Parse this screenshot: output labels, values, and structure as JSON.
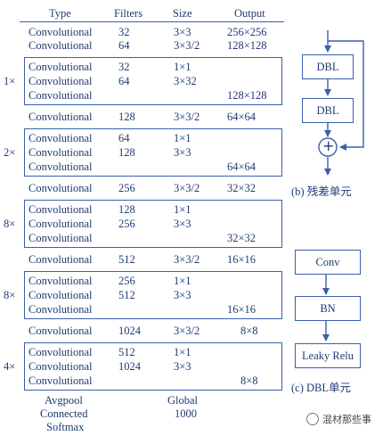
{
  "table": {
    "headers": {
      "type": "Type",
      "filters": "Filters",
      "size": "Size",
      "output": "Output"
    },
    "top_rows": [
      {
        "type": "Convolutional",
        "filters": "32",
        "size": "3×3",
        "output": "256×256"
      },
      {
        "type": "Convolutional",
        "filters": "64",
        "size": "3×3/2",
        "output": "128×128"
      }
    ],
    "groups": [
      {
        "multiplier": "1×",
        "rows": [
          {
            "type": "Convolutional",
            "filters": "32",
            "size": "1×1",
            "output": ""
          },
          {
            "type": "Convolutional",
            "filters": "64",
            "size": "3×32",
            "output": ""
          },
          {
            "type": "Convolutional",
            "filters": "",
            "size": "",
            "output": "128×128"
          }
        ],
        "after": {
          "type": "Convolutional",
          "filters": "128",
          "size": "3×3/2",
          "output": "64×64"
        }
      },
      {
        "multiplier": "2×",
        "rows": [
          {
            "type": "Convolutional",
            "filters": "64",
            "size": "1×1",
            "output": ""
          },
          {
            "type": "Convolutional",
            "filters": "128",
            "size": "3×3",
            "output": ""
          },
          {
            "type": "Convolutional",
            "filters": "",
            "size": "",
            "output": "64×64"
          }
        ],
        "after": {
          "type": "Convolutional",
          "filters": "256",
          "size": "3×3/2",
          "output": "32×32"
        }
      },
      {
        "multiplier": "8×",
        "rows": [
          {
            "type": "Convolutional",
            "filters": "128",
            "size": "1×1",
            "output": ""
          },
          {
            "type": "Convolutional",
            "filters": "256",
            "size": "3×3",
            "output": ""
          },
          {
            "type": "Convolutional",
            "filters": "",
            "size": "",
            "output": "32×32"
          }
        ],
        "after": {
          "type": "Convolutional",
          "filters": "512",
          "size": "3×3/2",
          "output": "16×16"
        }
      },
      {
        "multiplier": "8×",
        "rows": [
          {
            "type": "Convolutional",
            "filters": "256",
            "size": "1×1",
            "output": ""
          },
          {
            "type": "Convolutional",
            "filters": "512",
            "size": "3×3",
            "output": ""
          },
          {
            "type": "Convolutional",
            "filters": "",
            "size": "",
            "output": "16×16"
          }
        ],
        "after": {
          "type": "Convolutional",
          "filters": "1024",
          "size": "3×3/2",
          "output": "8×8"
        }
      },
      {
        "multiplier": "4×",
        "rows": [
          {
            "type": "Convolutional",
            "filters": "512",
            "size": "1×1",
            "output": ""
          },
          {
            "type": "Convolutional",
            "filters": "1024",
            "size": "3×3",
            "output": ""
          },
          {
            "type": "Convolutional",
            "filters": "",
            "size": "",
            "output": "8×8"
          }
        ]
      }
    ],
    "bottom": {
      "avgpool": "Avgpool",
      "connected": "Connected",
      "softmax": "Softmax",
      "global": "Global",
      "connected_size": "1000"
    }
  },
  "residual": {
    "dbl1": "DBL",
    "dbl2": "DBL",
    "plus": "+",
    "caption": "(b) 残差单元"
  },
  "dbl_unit": {
    "conv": "Conv",
    "bn": "BN",
    "relu": "Leaky Relu",
    "caption": "(c) DBL单元"
  },
  "watermark": "混材那些事"
}
